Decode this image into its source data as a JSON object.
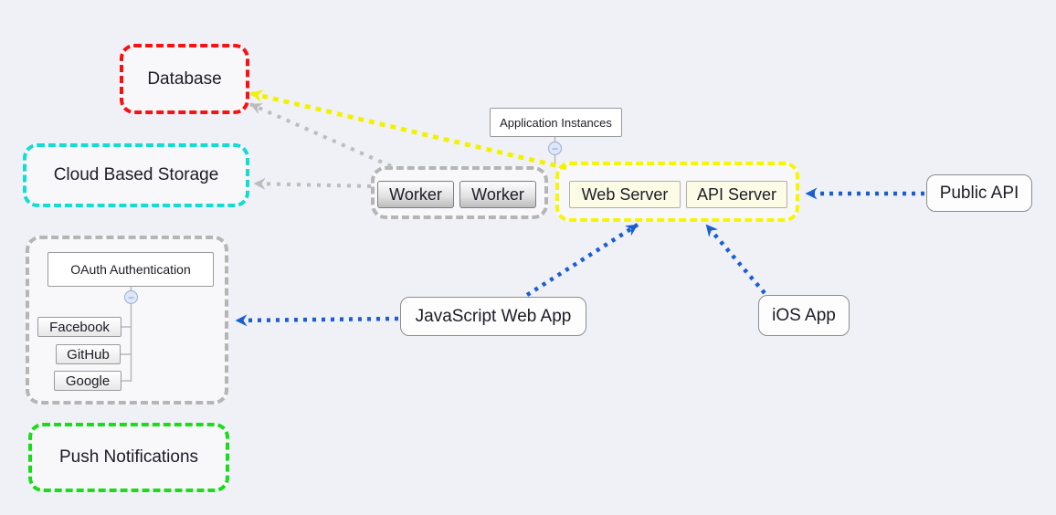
{
  "diagram": {
    "background_color": "#f0f1f6",
    "database": {
      "label": "Database",
      "border_color": "#fa1010"
    },
    "cloud_storage": {
      "label": "Cloud Based Storage",
      "border_color": "#12dcd4"
    },
    "push_notifications": {
      "label": "Push Notifications",
      "border_color": "#18dd18"
    },
    "oauth_group": {
      "title": "OAuth Authentication",
      "collapse_glyph": "−",
      "border_color": "#b5b5b5",
      "providers": [
        {
          "label": "Facebook"
        },
        {
          "label": "GitHub"
        },
        {
          "label": "Google"
        }
      ]
    },
    "worker_group": {
      "border_color": "#b5b5b5",
      "workers": [
        {
          "label": "Worker"
        },
        {
          "label": "Worker"
        }
      ]
    },
    "app_instances": {
      "label": "Application Instances",
      "collapse_glyph": "−"
    },
    "server_group": {
      "border_color": "#f6f600",
      "servers": [
        {
          "label": "Web Server"
        },
        {
          "label": "API Server"
        }
      ]
    },
    "public_api": {
      "label": "Public API"
    },
    "js_web_app": {
      "label": "JavaScript Web App"
    },
    "ios_app": {
      "label": "iOS App"
    },
    "arrow_colors": {
      "blue": "#1a5ed2",
      "gray": "#bcbcbc",
      "yellow": "#f2f200"
    }
  }
}
